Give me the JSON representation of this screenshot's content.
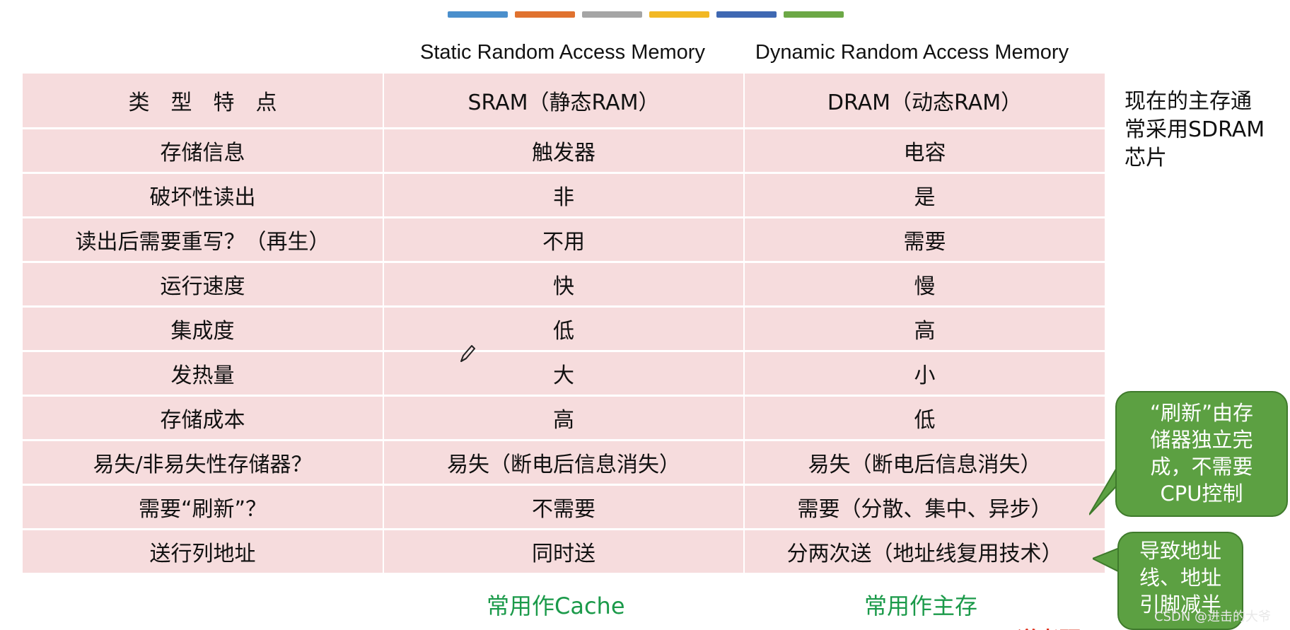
{
  "color_strip": [
    "#4a8fcc",
    "#e0722f",
    "#a5a5a5",
    "#f2b824",
    "#3f68b2",
    "#6ca846"
  ],
  "headers": {
    "sram_english": "Static Random Access Memory",
    "dram_english": "Dynamic Random Access Memory"
  },
  "table": {
    "header": [
      "类　型　特　点",
      "SRAM（静态RAM）",
      "DRAM（动态RAM）"
    ],
    "rows": [
      [
        "存储信息",
        "触发器",
        "电容"
      ],
      [
        "破坏性读出",
        "非",
        "是"
      ],
      [
        "读出后需要重写？（再生）",
        "不用",
        "需要"
      ],
      [
        "运行速度",
        "快",
        "慢"
      ],
      [
        "集成度",
        "低",
        "高"
      ],
      [
        "发热量",
        "大",
        "小"
      ],
      [
        "存储成本",
        "高",
        "低"
      ],
      [
        "易失/非易失性存储器？",
        "易失（断电后信息消失）",
        "易失（断电后信息消失）"
      ],
      [
        "需要“刷新”？",
        "不需要",
        "需要（分散、集中、异步）"
      ],
      [
        "送行列地址",
        "同时送",
        "分两次送（地址线复用技术）"
      ]
    ]
  },
  "side_note": [
    "现在的主存通",
    "常采用SDRAM",
    "芯片"
  ],
  "usage": {
    "sram": "常用作Cache",
    "dram": "常用作主存"
  },
  "callouts": {
    "refresh": [
      "“刷新”由存",
      "储器独立完",
      "成，不需要",
      "CPU控制"
    ],
    "address": [
      "导致地址",
      "线、地址",
      "引脚减半"
    ]
  },
  "footer": "王道考研/CSKAOYAN.COM",
  "watermark": "CSDN @进击的大爷",
  "icons": {
    "pencil": "pencil-cursor-icon"
  }
}
